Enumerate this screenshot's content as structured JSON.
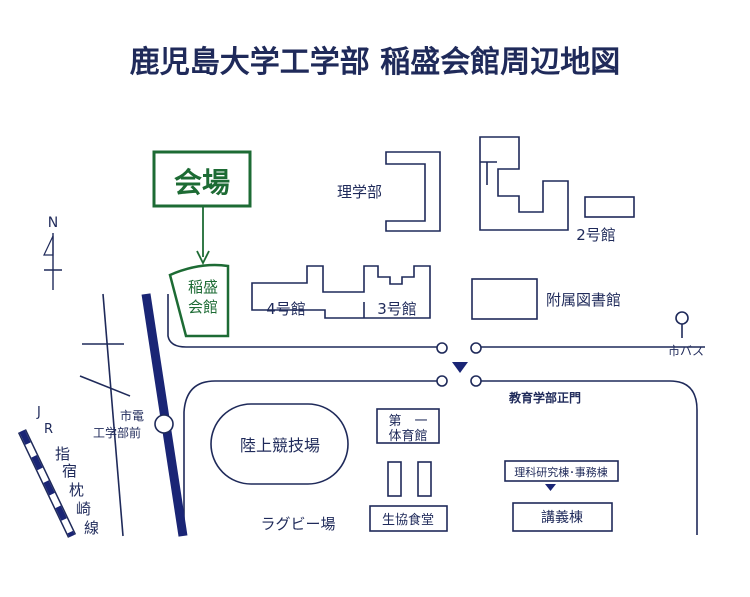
{
  "title": "鹿児島大学工学部 稲盛会館周辺地図",
  "venue_box": "会場",
  "venue": {
    "line1": "稲盛",
    "line2": "会館"
  },
  "compass": {
    "north": "N"
  },
  "buildings": {
    "science": "理学部",
    "bldg2": "2号館",
    "bldg4": "4号館",
    "bldg3": "3号館",
    "library": "附属図書館",
    "gym_line1": "第　一",
    "gym_line2": "体育館",
    "coop": "生協食堂",
    "lecture_hall": "講義棟",
    "admin": "理科研究棟･事務棟"
  },
  "fields": {
    "track": "陸上競技場",
    "rugby": "ラグビー場"
  },
  "transit": {
    "city_bus": "市バス",
    "tram_stop_line1": "市電",
    "tram_stop_line2": "工学部前",
    "jr_line": [
      "J",
      "R",
      "指",
      "宿",
      "枕",
      "崎",
      "線"
    ]
  },
  "gate": "教育学部正門",
  "colors": {
    "title": "#1a2575",
    "ink": "#1f2a5a",
    "venue_green": "#1d6b34",
    "rail": "#1a2575"
  }
}
